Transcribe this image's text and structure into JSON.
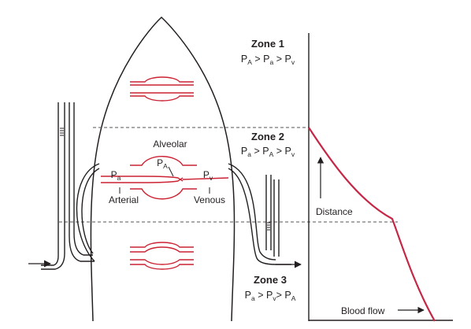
{
  "zones": [
    {
      "title": "Zone 1",
      "relation": [
        "P",
        "A",
        " > P",
        "a",
        " > P",
        "v",
        ""
      ]
    },
    {
      "title": "Zone 2",
      "relation": [
        "P",
        "a",
        " > P",
        "A",
        " > P",
        "v",
        ""
      ]
    },
    {
      "title": "Zone 3",
      "relation": [
        "P",
        "a",
        " > P",
        "v",
        "> P",
        "A",
        ""
      ]
    }
  ],
  "vessel_labels": {
    "alveolar": "Alveolar",
    "alveolar_pressure": [
      "P",
      "A"
    ],
    "arterial_pressure": [
      "P",
      "a"
    ],
    "venous_pressure": [
      "P",
      "v"
    ],
    "arterial": "Arterial",
    "venous": "Venous"
  },
  "graph": {
    "y_axis_label": "Distance",
    "x_axis_label": "Blood flow"
  },
  "colors": {
    "vessel": "#cc2233",
    "flow_curve": "#c42846",
    "ink": "#231f20",
    "dashed": "#555555"
  },
  "icons": {
    "inflow": "arrow-right-icon",
    "outflow": "arrow-right-icon",
    "distance": "arrow-up-icon",
    "blood_flow": "arrow-right-icon"
  }
}
